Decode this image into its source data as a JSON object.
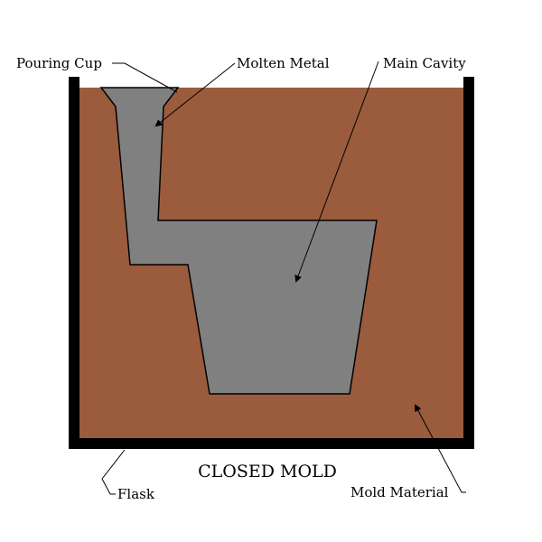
{
  "diagram": {
    "title": "CLOSED MOLD",
    "labels": {
      "pouring_cup": "Pouring Cup",
      "molten_metal": "Molten Metal",
      "main_cavity": "Main Cavity",
      "flask": "Flask",
      "mold_material": "Mold Material"
    },
    "colors": {
      "mold_material": "#9b5b3d",
      "molten_metal": "#808080",
      "flask": "#000000"
    }
  }
}
